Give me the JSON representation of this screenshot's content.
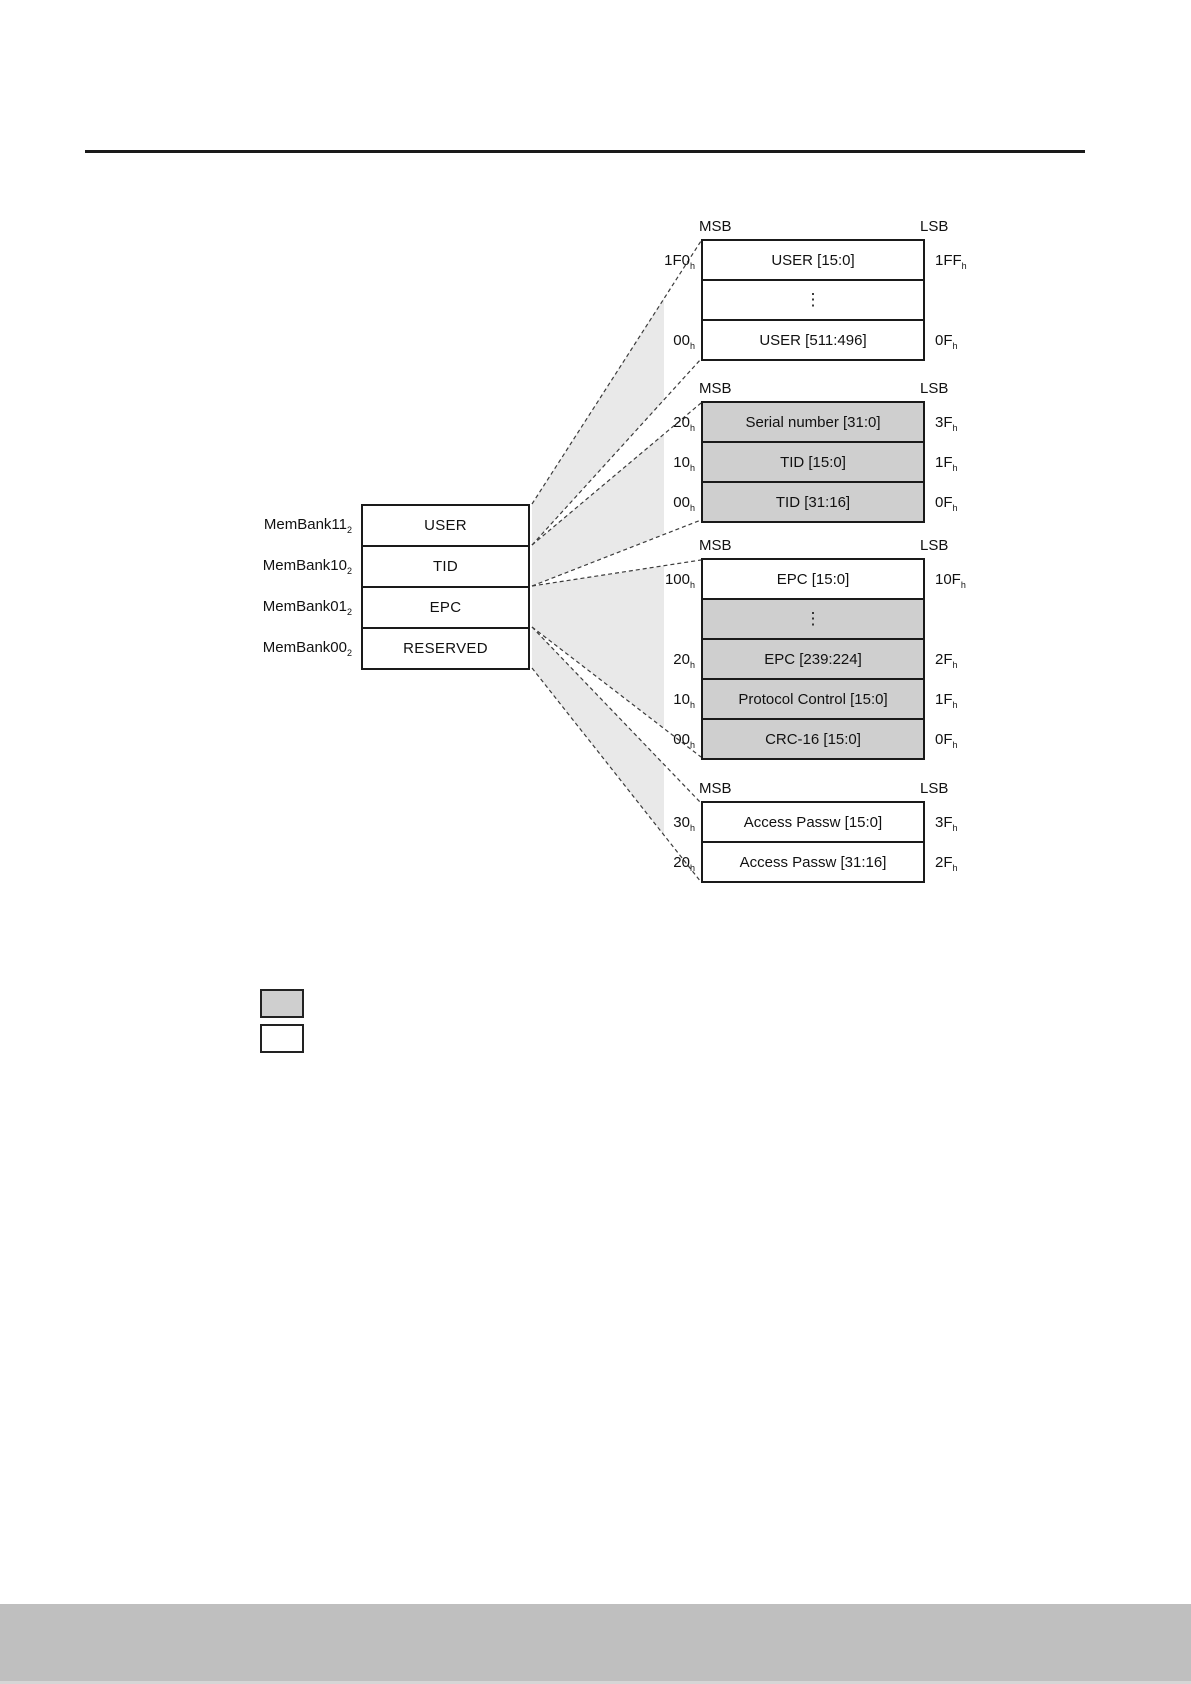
{
  "colors": {
    "shaded_cell": "#cfcfcf",
    "fan_fill": "#e9e9e9",
    "border": "#1a1a1a",
    "footer_bar": "#bfbfbf"
  },
  "hex_sub": "h",
  "bank": {
    "items": [
      {
        "label": "MemBank11",
        "sub": "2",
        "cell": "USER"
      },
      {
        "label": "MemBank10",
        "sub": "2",
        "cell": "TID"
      },
      {
        "label": "MemBank01",
        "sub": "2",
        "cell": "EPC"
      },
      {
        "label": "MemBank00",
        "sub": "2",
        "cell": "RESERVED"
      }
    ]
  },
  "groups": [
    {
      "name": "user-bank-detail",
      "msb": "MSB",
      "lsb": "LSB",
      "rows": [
        {
          "addr": "1F0",
          "label": "USER [15:0]",
          "right": "1FF"
        },
        {
          "ellipsis": "⋮"
        },
        {
          "addr": "00",
          "label": "USER [511:496]",
          "right": "0F"
        }
      ]
    },
    {
      "name": "tid-bank-detail",
      "msb": "MSB",
      "lsb": "LSB",
      "rows": [
        {
          "addr": "20",
          "label": "Serial number [31:0]",
          "right": "3F"
        },
        {
          "addr": "10",
          "label": "TID [15:0]",
          "right": "1F"
        },
        {
          "addr": "00",
          "label": "TID [31:16]",
          "right": "0F"
        }
      ]
    },
    {
      "name": "epc-bank-detail",
      "msb": "MSB",
      "lsb": "LSB",
      "rows": [
        {
          "addr": "100",
          "label": "EPC [15:0]",
          "right": "10F"
        },
        {
          "ellipsis": "⋮"
        },
        {
          "addr": "20",
          "label": "EPC [239:224]",
          "right": "2F"
        },
        {
          "addr": "10",
          "label": "Protocol Control [15:0]",
          "right": "1F"
        },
        {
          "addr": "00",
          "label": "CRC-16 [15:0]",
          "right": "0F"
        }
      ]
    },
    {
      "name": "reserved-bank-detail",
      "msb": "MSB",
      "lsb": "LSB",
      "rows": [
        {
          "addr": "30",
          "label": "Access Passw [15:0]",
          "right": "3F"
        },
        {
          "addr": "20",
          "label": "Access Passw [31:16]",
          "right": "2F"
        }
      ]
    }
  ]
}
